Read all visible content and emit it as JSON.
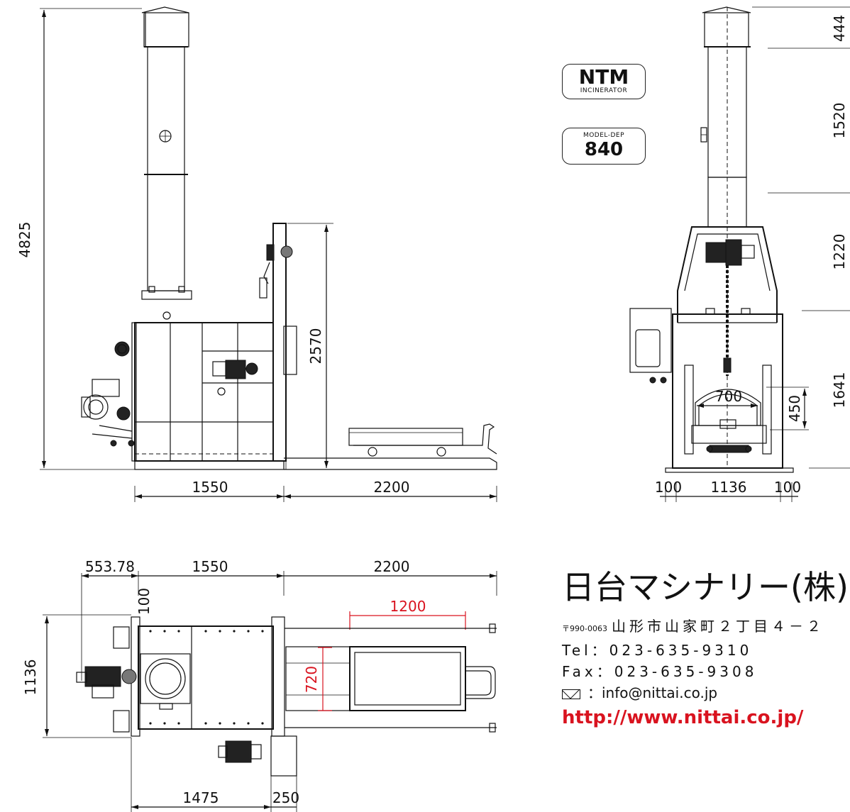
{
  "front_view": {
    "dim_total_height": "4825",
    "dim_frame_height": "2570",
    "dim_base_width": "1550",
    "dim_rail_length": "2200"
  },
  "side_view": {
    "dim_top": "444",
    "dim_chimney": "1520",
    "dim_hoist": "1220",
    "dim_body": "1641",
    "dim_door_height": "450",
    "dim_door_width": "700",
    "dim_left_margin": "100",
    "dim_width": "1136",
    "dim_right_margin": "100"
  },
  "plan_view": {
    "dim_offset": "553.78",
    "dim_body_width": "1550",
    "dim_rail_length": "2200",
    "dim_cart_width": "1200",
    "dim_top_margin": "100",
    "dim_depth": "1136",
    "dim_rail_gauge": "720",
    "dim_bottom_a": "1475",
    "dim_bottom_b": "250"
  },
  "badges": {
    "ntm_title": "NTM",
    "ntm_subtitle": "INCINERATOR",
    "model_label": "MODEL-DEP",
    "model_number": "840"
  },
  "company": {
    "name": "日台マシナリー(株)",
    "zip": "〒990-0063",
    "address": "山形市山家町２丁目４－２",
    "tel": "Tel：023-635-9310",
    "fax": "Fax：023-635-9308",
    "email": "：info@nittai.co.jp",
    "url": "http://www.nittai.co.jp/"
  },
  "colors": {
    "line": "#111111",
    "red_dimension": "#d9131f",
    "background": "#ffffff"
  }
}
